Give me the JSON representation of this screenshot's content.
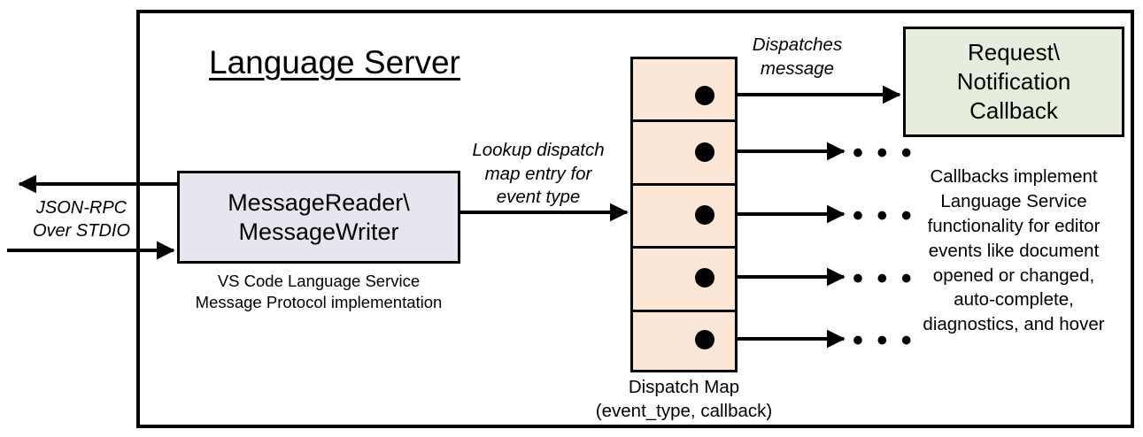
{
  "diagram": {
    "title": "Language Server",
    "frame_label": "language-server-boundary"
  },
  "external_io": {
    "label": "JSON-RPC\nOver STDIO",
    "label_line1": "JSON-RPC",
    "label_line2": "Over STDIO",
    "outbound_arrow": "arrow-left",
    "inbound_arrow": "arrow-right"
  },
  "reader": {
    "title_line1": "MessageReader\\",
    "title_line2": "MessageWriter",
    "caption_line1": "VS Code Language Service",
    "caption_line2": "Message Protocol implementation",
    "fill": "#E8E5EF"
  },
  "lookup_edge": {
    "line1": "Lookup dispatch",
    "line2": "map entry for",
    "line3": "event type"
  },
  "dispatch_map": {
    "caption_line1": "Dispatch Map",
    "caption_line2": "(event_type, callback)",
    "fill": "#FCE6D6",
    "cell_count": 5,
    "rows": [
      {
        "index": 1,
        "dot": "filled-dot",
        "target": "Request\\Notification Callback"
      },
      {
        "index": 2,
        "dot": "filled-dot",
        "target": "..."
      },
      {
        "index": 3,
        "dot": "filled-dot",
        "target": "..."
      },
      {
        "index": 4,
        "dot": "filled-dot",
        "target": "..."
      },
      {
        "index": 5,
        "dot": "filled-dot",
        "target": "..."
      }
    ],
    "ellipsis": "• • •"
  },
  "dispatch_edge": {
    "line1": "Dispatches",
    "line2": "message"
  },
  "callback": {
    "title_line1": "Request\\",
    "title_line2": "Notification",
    "title_line3": "Callback",
    "fill": "#E6EDDC",
    "caption_line1": "Callbacks implement",
    "caption_line2": "Language Service",
    "caption_line3": "functionality for editor",
    "caption_line4": "events like document",
    "caption_line5": "opened or changed,",
    "caption_line6": "auto-complete,",
    "caption_line7": "diagnostics, and hover"
  },
  "colors": {
    "stroke": "#000000",
    "background": "#FFFFFF"
  }
}
